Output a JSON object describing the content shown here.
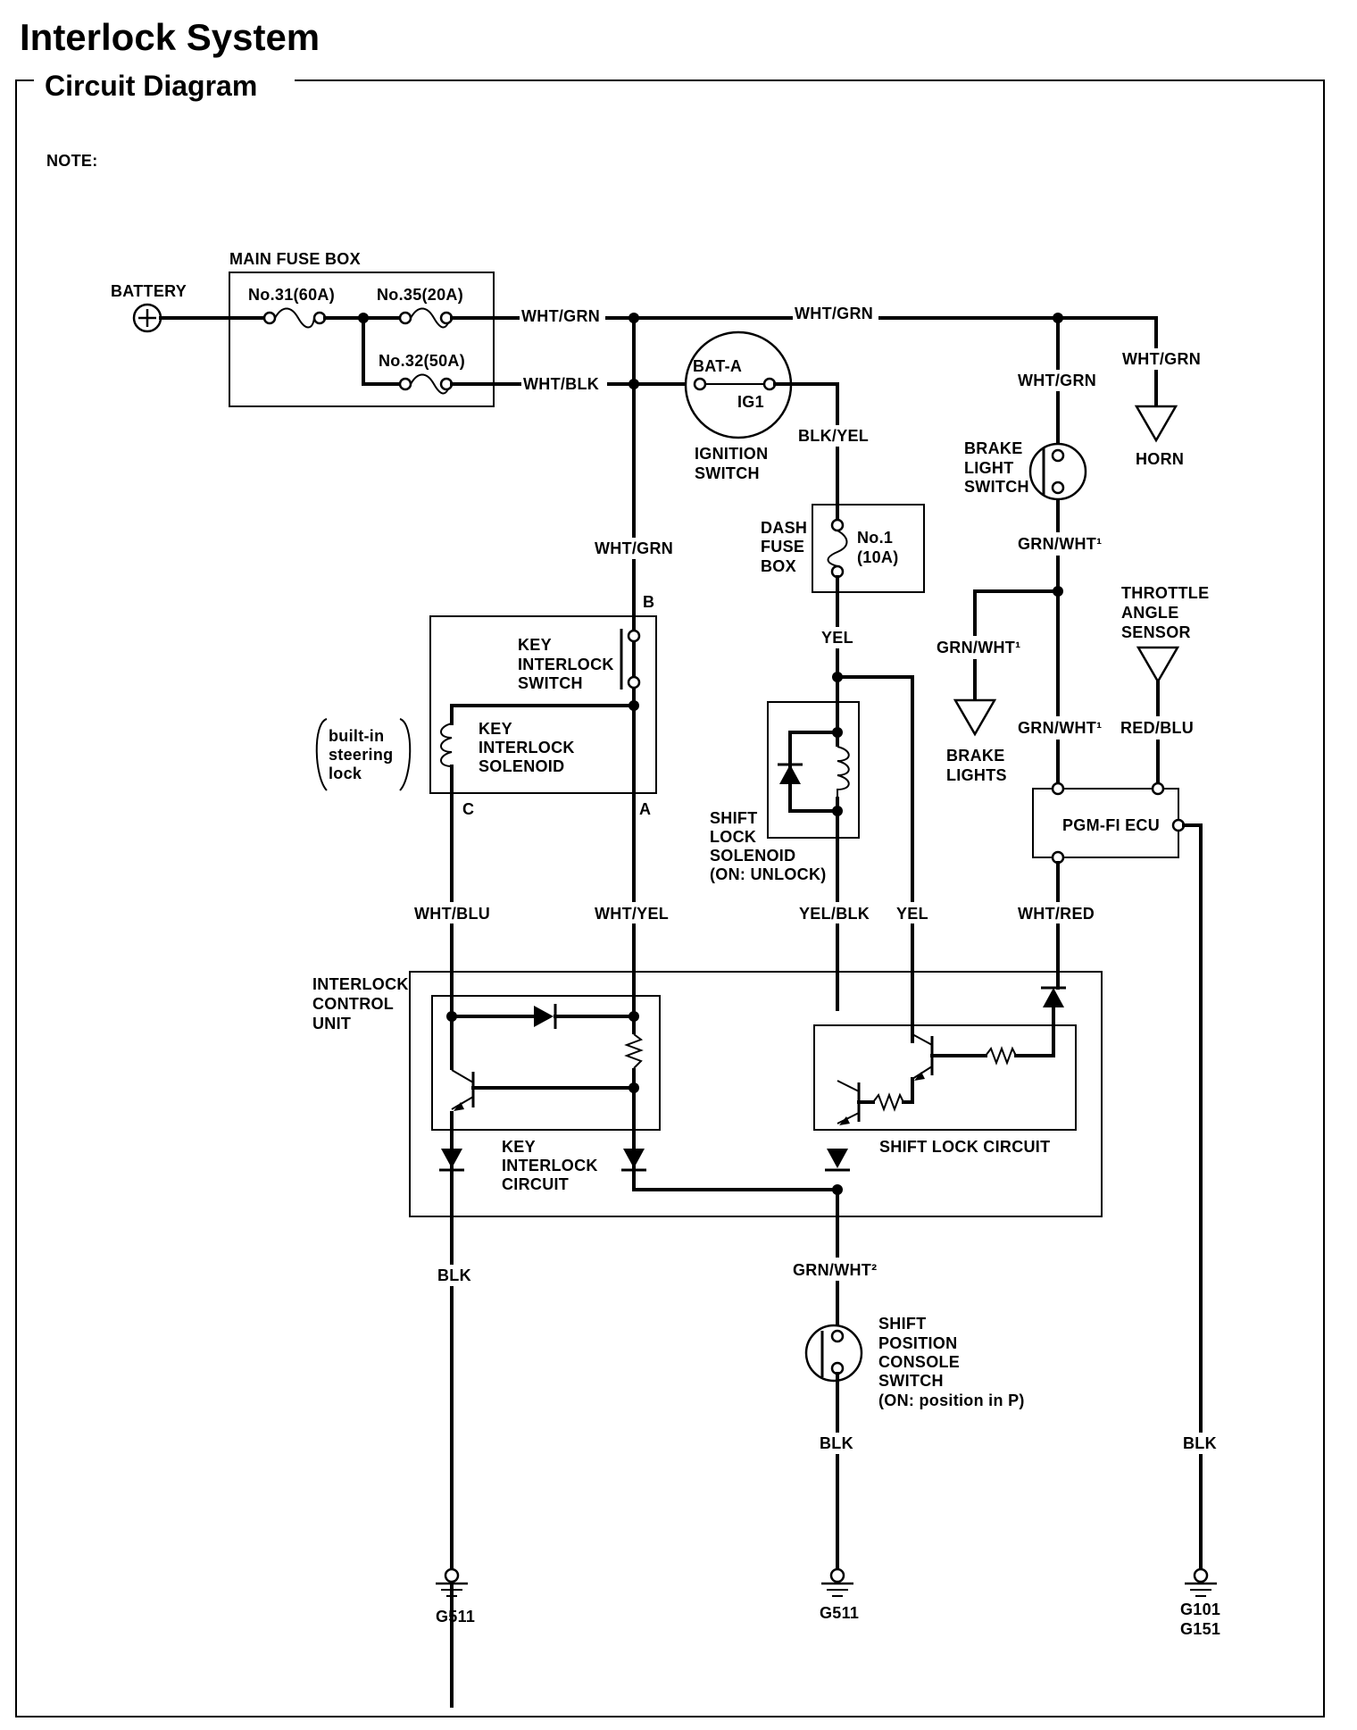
{
  "header": {
    "title": "Interlock System",
    "section": "Circuit Diagram",
    "note": "NOTE:"
  },
  "components": {
    "battery": "BATTERY",
    "main_fuse_box": "MAIN FUSE BOX",
    "fuse_31": "No.31(60A)",
    "fuse_35": "No.35(20A)",
    "fuse_32": "No.32(50A)",
    "ign_bat": "BAT-A",
    "ign_ig1": "IG1",
    "ignition_switch": [
      "IGNITION",
      "SWITCH"
    ],
    "dash_fuse_box": [
      "DASH",
      "FUSE",
      "BOX"
    ],
    "fuse_no1": [
      "No.1",
      "(10A)"
    ],
    "brake_light_switch": [
      "BRAKE",
      "LIGHT",
      "SWITCH"
    ],
    "horn": "HORN",
    "throttle_sensor": [
      "THROTTLE",
      "ANGLE",
      "SENSOR"
    ],
    "brake_lights": [
      "BRAKE",
      "LIGHTS"
    ],
    "pgm_fi_ecu": "PGM-FI ECU",
    "key_interlock_switch": [
      "KEY",
      "INTERLOCK",
      "SWITCH"
    ],
    "key_interlock_solenoid": [
      "KEY",
      "INTERLOCK",
      "SOLENOID"
    ],
    "steering_lock": [
      "built-in",
      "steering",
      "lock"
    ],
    "shift_lock_solenoid": [
      "SHIFT",
      "LOCK",
      "SOLENOID",
      "(ON: UNLOCK)"
    ],
    "interlock_control_unit": [
      "INTERLOCK",
      "CONTROL",
      "UNIT"
    ],
    "key_interlock_circuit": [
      "KEY",
      "INTERLOCK",
      "CIRCUIT"
    ],
    "shift_lock_circuit": "SHIFT LOCK CIRCUIT",
    "shift_position_switch": [
      "SHIFT",
      "POSITION",
      "CONSOLE",
      "SWITCH",
      "(ON: position in P)"
    ],
    "terminal_b": "B",
    "terminal_a": "A",
    "terminal_c": "C"
  },
  "wires": {
    "wht_grn": "WHT/GRN",
    "wht_blk": "WHT/BLK",
    "blk_yel": "BLK/YEL",
    "yel": "YEL",
    "grn_wht1": "GRN/WHT¹",
    "grn_wht2": "GRN/WHT²",
    "red_blu": "RED/BLU",
    "wht_blu": "WHT/BLU",
    "wht_yel": "WHT/YEL",
    "yel_blk": "YEL/BLK",
    "wht_red": "WHT/RED",
    "blk": "BLK"
  },
  "grounds": {
    "left": "G511",
    "center": "G511",
    "right_1": "G101",
    "right_2": "G151"
  }
}
